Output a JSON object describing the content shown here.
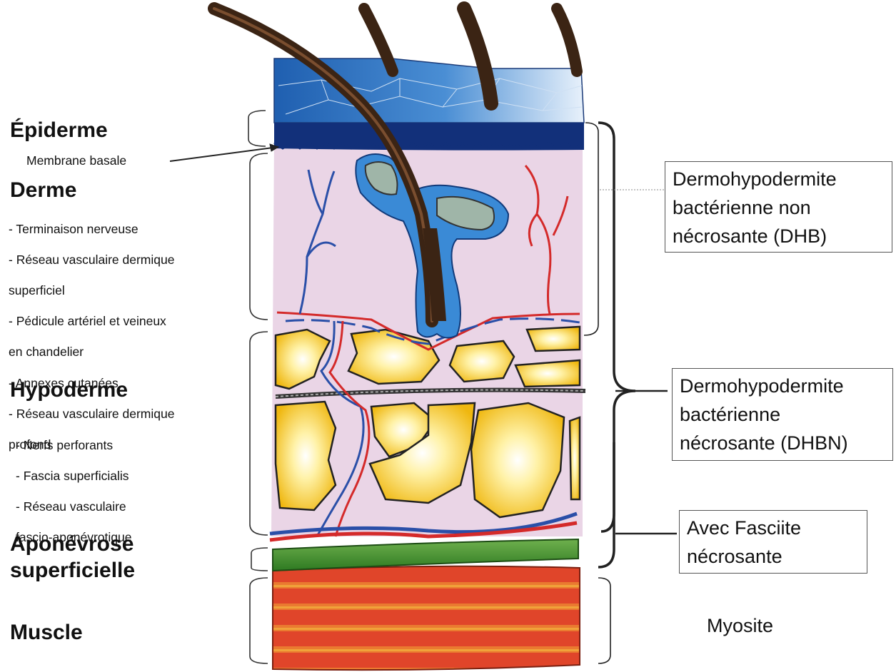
{
  "layers": {
    "epiderme": "Épiderme",
    "membrane": "Membrane basale",
    "derme": "Derme",
    "derme_items": [
      "- Terminaison nerveuse",
      "- Réseau vasculaire dermique",
      "superficiel",
      "- Pédicule artériel et veineux",
      "en chandelier",
      "- Annexes cutanées",
      "- Réseau vasculaire dermique",
      "profond"
    ],
    "hypoderme": "Hypoderme",
    "hypoderme_items": [
      "- Nerfs perforants",
      "- Fascia superficialis",
      "- Réseau vasculaire",
      "fascio-aponévrotique"
    ],
    "aponevrose_line1": "Aponévrose",
    "aponevrose_line2": "superficielle",
    "muscle": "Muscle"
  },
  "conditions": {
    "dhb": [
      "Dermohypodermite",
      "bactérienne non",
      "nécrosante (DHB)"
    ],
    "dhbn": [
      "Dermohypodermite",
      "bactérienne",
      "nécrosante (DHBN)"
    ],
    "fasciite": [
      "Avec Fasciite",
      "nécrosante"
    ],
    "myosite": "Myosite"
  },
  "colors": {
    "epidermis": "#2f6fb8",
    "dermis": "#ead5e6",
    "fat": "#f3c21e",
    "artery": "#d42a2a",
    "vein": "#2a4fa8",
    "fascia": "#3e8b2f",
    "muscle": "#d9502a",
    "hair": "#3b2414"
  }
}
